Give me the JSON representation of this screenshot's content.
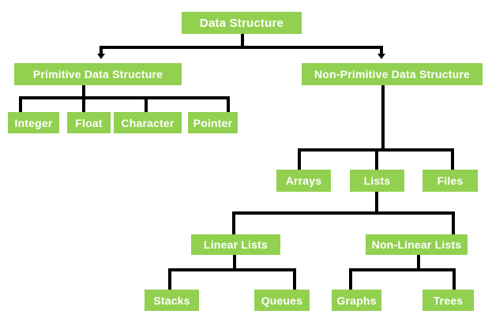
{
  "diagram": {
    "type": "tree",
    "colors": {
      "node_fill": "#92d050",
      "node_text": "#ffffff",
      "line": "#000000",
      "background": "#ffffff"
    },
    "nodes": {
      "data_structure": "Data Structure",
      "primitive": "Primitive Data Structure",
      "non_primitive": "Non-Primitive Data Structure",
      "integer": "Integer",
      "float": "Float",
      "character": "Character",
      "pointer": "Pointer",
      "arrays": "Arrays",
      "lists": "Lists",
      "files": "Files",
      "linear_lists": "Linear Lists",
      "non_linear_lists": "Non-Linear Lists",
      "stacks": "Stacks",
      "queues": "Queues",
      "graphs": "Graphs",
      "trees": "Trees"
    },
    "edges": [
      [
        "Data Structure",
        "Primitive Data Structure"
      ],
      [
        "Data Structure",
        "Non-Primitive Data Structure"
      ],
      [
        "Primitive Data Structure",
        "Integer"
      ],
      [
        "Primitive Data Structure",
        "Float"
      ],
      [
        "Primitive Data Structure",
        "Character"
      ],
      [
        "Primitive Data Structure",
        "Pointer"
      ],
      [
        "Non-Primitive Data Structure",
        "Arrays"
      ],
      [
        "Non-Primitive Data Structure",
        "Lists"
      ],
      [
        "Non-Primitive Data Structure",
        "Files"
      ],
      [
        "Lists",
        "Linear Lists"
      ],
      [
        "Lists",
        "Non-Linear Lists"
      ],
      [
        "Linear Lists",
        "Stacks"
      ],
      [
        "Linear Lists",
        "Queues"
      ],
      [
        "Non-Linear Lists",
        "Graphs"
      ],
      [
        "Non-Linear Lists",
        "Trees"
      ]
    ]
  }
}
